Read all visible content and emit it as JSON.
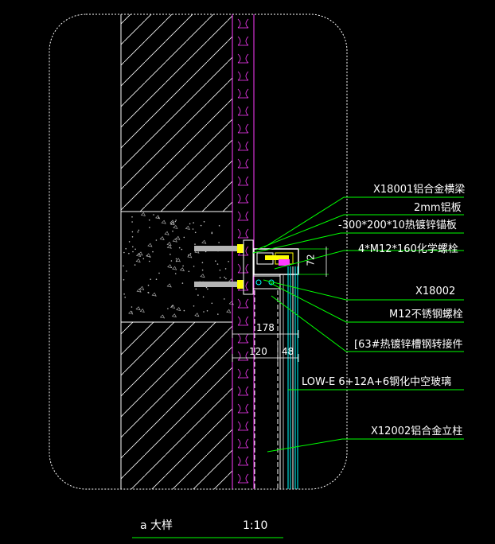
{
  "drawing": {
    "title": "a 大样",
    "scale": "1:10"
  },
  "annotations": [
    {
      "id": "a1",
      "text": "X18001铝合金横梁"
    },
    {
      "id": "a2",
      "text": "2mm铝板"
    },
    {
      "id": "a3",
      "text": "-300*200*10热镀锌锚板"
    },
    {
      "id": "a4",
      "text": "4*M12*160化学螺栓"
    },
    {
      "id": "a5",
      "text": "X18002"
    },
    {
      "id": "a6",
      "text": "M12不锈钢螺栓"
    },
    {
      "id": "a7",
      "text": "[63#热镀锌槽钢转接件"
    },
    {
      "id": "a8",
      "text": "LOW-E 6+12A+6钢化中空玻璃"
    },
    {
      "id": "a9",
      "text": "X12002铝合金立柱"
    }
  ],
  "dimensions": {
    "d72": "72",
    "d178": "178",
    "d120": "120",
    "d48": "48"
  },
  "colors": {
    "background": "#000000",
    "wall_hatch": "#ffffff",
    "leader": "#00ff00",
    "insulation": "#ff3cff",
    "glass": "#00ffff",
    "bolt": "#b4b4b4",
    "frame": "#ffff00",
    "boundary": "#ffffff"
  }
}
